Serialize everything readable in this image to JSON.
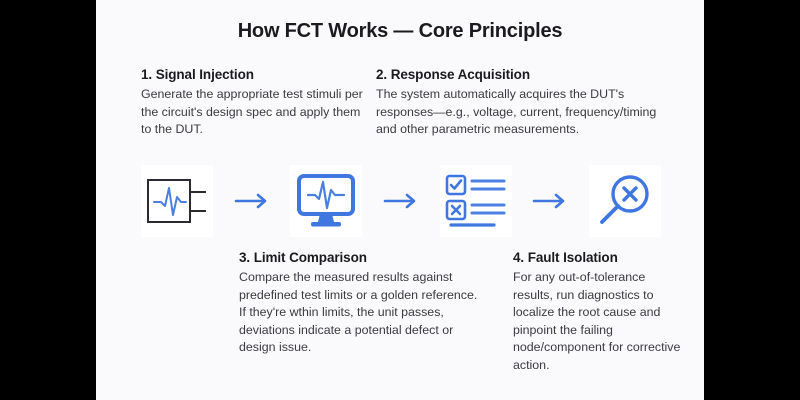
{
  "page": {
    "title": "How FCT Works — Core Principles",
    "accent_color": "#3f76e0",
    "background_color": "#fafafc",
    "letterbox_color": "#000000",
    "heading_color": "#1b1b1f",
    "body_color": "#3a3a40"
  },
  "steps": [
    {
      "heading": "1. Signal Injection",
      "body": "Generate the appropriate test stimuli per the circuit's design spec and apply them to the DUT.",
      "icon": "chip-waveform-icon"
    },
    {
      "heading": "2. Response Acquisition",
      "body": "The system automatically acquires the DUT's responses—e.g., voltage, current, frequency/timing and other parametric measurements.",
      "icon": "monitor-waveform-icon"
    },
    {
      "heading": "3. Limit Comparison",
      "body": "Compare the measured results against predefined test limits or a golden reference. If they're wthin limits, the unit passes, deviations indicate a potential defect or design issue.",
      "icon": "checklist-pass-fail-icon"
    },
    {
      "heading": "4. Fault Isolation",
      "body": "For any out-of-tolerance results, run diagnostics to localize the root cause and pinpoint the failing node/component for corrective action.",
      "icon": "magnifier-x-icon"
    }
  ],
  "flow": {
    "arrow_icon": "arrow-right-icon",
    "arrow_count": 3
  }
}
